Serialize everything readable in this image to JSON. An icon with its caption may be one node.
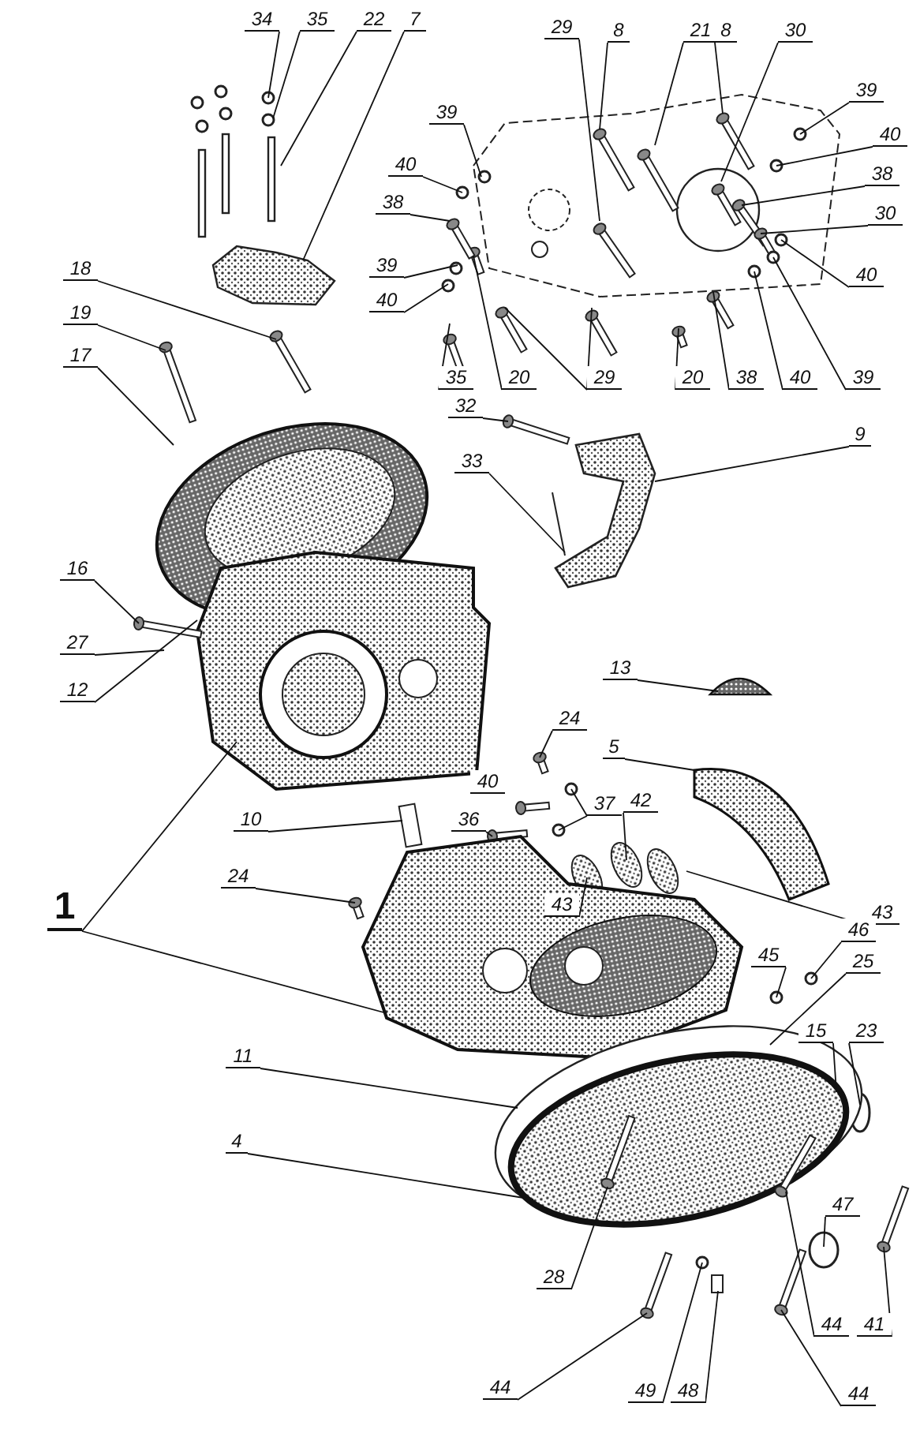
{
  "diagram": {
    "nodes": [
      {
        "text": [
          "34"
        ]
      },
      {
        "text": [
          "35"
        ]
      },
      {
        "text": [
          "22"
        ]
      },
      {
        "text": [
          "7"
        ]
      },
      {
        "text": [
          "29"
        ]
      },
      {
        "text": [
          "8"
        ]
      },
      {
        "text": [
          "21"
        ]
      },
      {
        "text": [
          "8"
        ]
      },
      {
        "text": [
          "30"
        ]
      },
      {
        "text": [
          "39"
        ]
      },
      {
        "text": [
          "39"
        ]
      },
      {
        "text": [
          "40"
        ]
      },
      {
        "text": [
          "40"
        ]
      },
      {
        "text": [
          "38"
        ]
      },
      {
        "text": [
          "38"
        ]
      },
      {
        "text": [
          "30"
        ]
      },
      {
        "text": [
          "39"
        ]
      },
      {
        "text": [
          "18"
        ]
      },
      {
        "text": [
          "40"
        ]
      },
      {
        "text": [
          "40"
        ]
      },
      {
        "text": [
          "19"
        ]
      },
      {
        "text": [
          "17"
        ]
      },
      {
        "text": [
          "35"
        ]
      },
      {
        "text": [
          "20"
        ]
      },
      {
        "text": [
          "29"
        ]
      },
      {
        "text": [
          "20"
        ]
      },
      {
        "text": [
          "38"
        ]
      },
      {
        "text": [
          "40"
        ]
      },
      {
        "text": [
          "39"
        ]
      },
      {
        "text": [
          "32"
        ]
      },
      {
        "text": [
          "9"
        ]
      },
      {
        "text": [
          "33"
        ]
      },
      {
        "text": [
          "16"
        ]
      },
      {
        "text": [
          "27"
        ]
      },
      {
        "text": [
          "12"
        ]
      },
      {
        "text": [
          "13"
        ]
      },
      {
        "text": [
          "24"
        ]
      },
      {
        "text": [
          "5"
        ]
      },
      {
        "text": [
          "36"
        ]
      },
      {
        "text": [
          "10"
        ]
      },
      {
        "text": [
          "37"
        ]
      },
      {
        "text": [
          "42"
        ]
      },
      {
        "text": [
          "24"
        ]
      },
      {
        "text": [
          "1"
        ]
      },
      {
        "text": [
          "43"
        ]
      },
      {
        "text": [
          "43"
        ]
      },
      {
        "text": [
          "46"
        ]
      },
      {
        "text": [
          "45"
        ]
      },
      {
        "text": [
          "25"
        ]
      },
      {
        "text": [
          "15"
        ]
      },
      {
        "text": [
          "23"
        ]
      },
      {
        "text": [
          "11"
        ]
      },
      {
        "text": [
          "4"
        ]
      },
      {
        "text": [
          "47"
        ]
      },
      {
        "text": [
          "28"
        ]
      },
      {
        "text": [
          "44"
        ]
      },
      {
        "text": [
          "41"
        ]
      },
      {
        "text": [
          "44"
        ]
      },
      {
        "text": [
          "49"
        ]
      },
      {
        "text": [
          "48"
        ]
      },
      {
        "text": [
          "44"
        ]
      },
      {
        "text": [
          "40"
        ]
      }
    ],
    "edges": [
      {
        "from": 0,
        "to": null,
        "arrow": "none"
      },
      {
        "from": 1,
        "to": null,
        "arrow": "none"
      },
      {
        "from": 2,
        "to": null,
        "arrow": "none"
      },
      {
        "from": 3,
        "to": null,
        "arrow": "none"
      },
      {
        "from": 4,
        "to": null,
        "arrow": "none"
      },
      {
        "from": 5,
        "to": null,
        "arrow": "none"
      },
      {
        "from": 6,
        "to": null,
        "arrow": "none"
      },
      {
        "from": 7,
        "to": null,
        "arrow": "none"
      },
      {
        "from": 8,
        "to": null,
        "arrow": "none"
      },
      {
        "from": 9,
        "to": null,
        "arrow": "none"
      },
      {
        "from": 10,
        "to": null,
        "arrow": "none"
      },
      {
        "from": 11,
        "to": null,
        "arrow": "none"
      },
      {
        "from": 12,
        "to": null,
        "arrow": "none"
      },
      {
        "from": 13,
        "to": null,
        "arrow": "none"
      },
      {
        "from": 14,
        "to": null,
        "arrow": "none"
      },
      {
        "from": 15,
        "to": null,
        "arrow": "none"
      },
      {
        "from": 16,
        "to": null,
        "arrow": "none"
      },
      {
        "from": 17,
        "to": null,
        "arrow": "none"
      },
      {
        "from": 18,
        "to": null,
        "arrow": "none"
      },
      {
        "from": 19,
        "to": null,
        "arrow": "none"
      },
      {
        "from": 20,
        "to": null,
        "arrow": "none"
      },
      {
        "from": 21,
        "to": null,
        "arrow": "none"
      },
      {
        "from": 22,
        "to": null,
        "arrow": "none"
      },
      {
        "from": 23,
        "to": null,
        "arrow": "none"
      },
      {
        "from": 24,
        "to": null,
        "arrow": "none"
      },
      {
        "from": 24,
        "to": null,
        "arrow": "none"
      },
      {
        "from": 25,
        "to": null,
        "arrow": "none"
      },
      {
        "from": 26,
        "to": null,
        "arrow": "none"
      },
      {
        "from": 27,
        "to": null,
        "arrow": "none"
      },
      {
        "from": 28,
        "to": null,
        "arrow": "none"
      },
      {
        "from": 29,
        "to": null,
        "arrow": "none"
      },
      {
        "from": 30,
        "to": null,
        "arrow": "none"
      },
      {
        "from": 31,
        "to": null,
        "arrow": "none"
      },
      {
        "from": 32,
        "to": null,
        "arrow": "none"
      },
      {
        "from": 33,
        "to": null,
        "arrow": "none"
      },
      {
        "from": 34,
        "to": null,
        "arrow": "none"
      },
      {
        "from": 35,
        "to": null,
        "arrow": "none"
      },
      {
        "from": 36,
        "to": null,
        "arrow": "none"
      },
      {
        "from": 37,
        "to": null,
        "arrow": "none"
      },
      {
        "from": 38,
        "to": null,
        "arrow": "none"
      },
      {
        "from": 39,
        "to": null,
        "arrow": "none"
      },
      {
        "from": 40,
        "to": null,
        "arrow": "none"
      },
      {
        "from": 40,
        "to": null,
        "arrow": "none"
      },
      {
        "from": 41,
        "to": null,
        "arrow": "none"
      },
      {
        "from": 42,
        "to": null,
        "arrow": "none"
      },
      {
        "from": 43,
        "to": null,
        "arrow": "none"
      },
      {
        "from": 43,
        "to": null,
        "arrow": "none"
      },
      {
        "from": 44,
        "to": null,
        "arrow": "none"
      },
      {
        "from": 45,
        "to": null,
        "arrow": "none"
      },
      {
        "from": 46,
        "to": null,
        "arrow": "none"
      },
      {
        "from": 47,
        "to": null,
        "arrow": "none"
      },
      {
        "from": 48,
        "to": null,
        "arrow": "none"
      },
      {
        "from": 49,
        "to": null,
        "arrow": "none"
      },
      {
        "from": 50,
        "to": null,
        "arrow": "none"
      },
      {
        "from": 51,
        "to": null,
        "arrow": "none"
      },
      {
        "from": 52,
        "to": null,
        "arrow": "none"
      },
      {
        "from": 53,
        "to": null,
        "arrow": "none"
      },
      {
        "from": 54,
        "to": null,
        "arrow": "none"
      },
      {
        "from": 55,
        "to": null,
        "arrow": "none"
      },
      {
        "from": 56,
        "to": null,
        "arrow": "none"
      },
      {
        "from": 57,
        "to": null,
        "arrow": "none"
      },
      {
        "from": 58,
        "to": null,
        "arrow": "none"
      },
      {
        "from": 59,
        "to": null,
        "arrow": "none"
      },
      {
        "from": 60,
        "to": null,
        "arrow": "none"
      }
    ],
    "labels": []
  }
}
